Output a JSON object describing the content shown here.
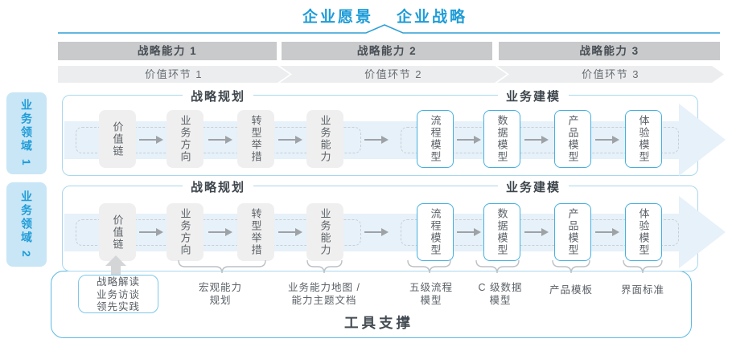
{
  "title": {
    "vision": "企业愿景",
    "strategy": "企业战略"
  },
  "strategic_capabilities": [
    {
      "label": "战略能力 1"
    },
    {
      "label": "战略能力 2"
    },
    {
      "label": "战略能力 3"
    }
  ],
  "value_links": [
    {
      "label": "价值环节 1"
    },
    {
      "label": "价值环节 2"
    },
    {
      "label": "价值环节 3"
    }
  ],
  "business_domains": [
    {
      "label": "业务领域 1"
    },
    {
      "label": "业务领域 2"
    }
  ],
  "row": {
    "planning_header": "战略规划",
    "modeling_header": "业务建模",
    "boxes": [
      {
        "label": "价值链",
        "style": "gray"
      },
      {
        "label": "业务方向",
        "style": "gray"
      },
      {
        "label": "转型举措",
        "style": "gray"
      },
      {
        "label": "业务能力",
        "style": "gray"
      },
      {
        "label": "流程模型",
        "style": "blue"
      },
      {
        "label": "数据模型",
        "style": "blue"
      },
      {
        "label": "产品模型",
        "style": "blue"
      },
      {
        "label": "体验模型",
        "style": "blue"
      }
    ]
  },
  "annotations": {
    "callout": "战略解读\n业务访谈\n领先实践",
    "items": [
      {
        "text": "宏观能力\n规划"
      },
      {
        "text": "业务能力地图 /\n能力主题文档"
      },
      {
        "text": "五级流程\n模型"
      },
      {
        "text": "C 级数据\n模型"
      },
      {
        "text": "产品模板"
      },
      {
        "text": "界面标准"
      }
    ]
  },
  "footer": {
    "title": "工具支撑"
  },
  "colors": {
    "accent_blue": "#1E9CD8",
    "box_border_blue": "#45B0DF",
    "row_border_blue": "#A8D8EE",
    "frame_border_blue": "#5CB9E3",
    "band_blue": "#E6F1F9",
    "gray_bar": "#C9CACB",
    "chevron_gray": "#ECEDEE",
    "box_gray": "#EFEFEF",
    "text_dark": "#3E464D",
    "text_gray": "#5B6167"
  }
}
